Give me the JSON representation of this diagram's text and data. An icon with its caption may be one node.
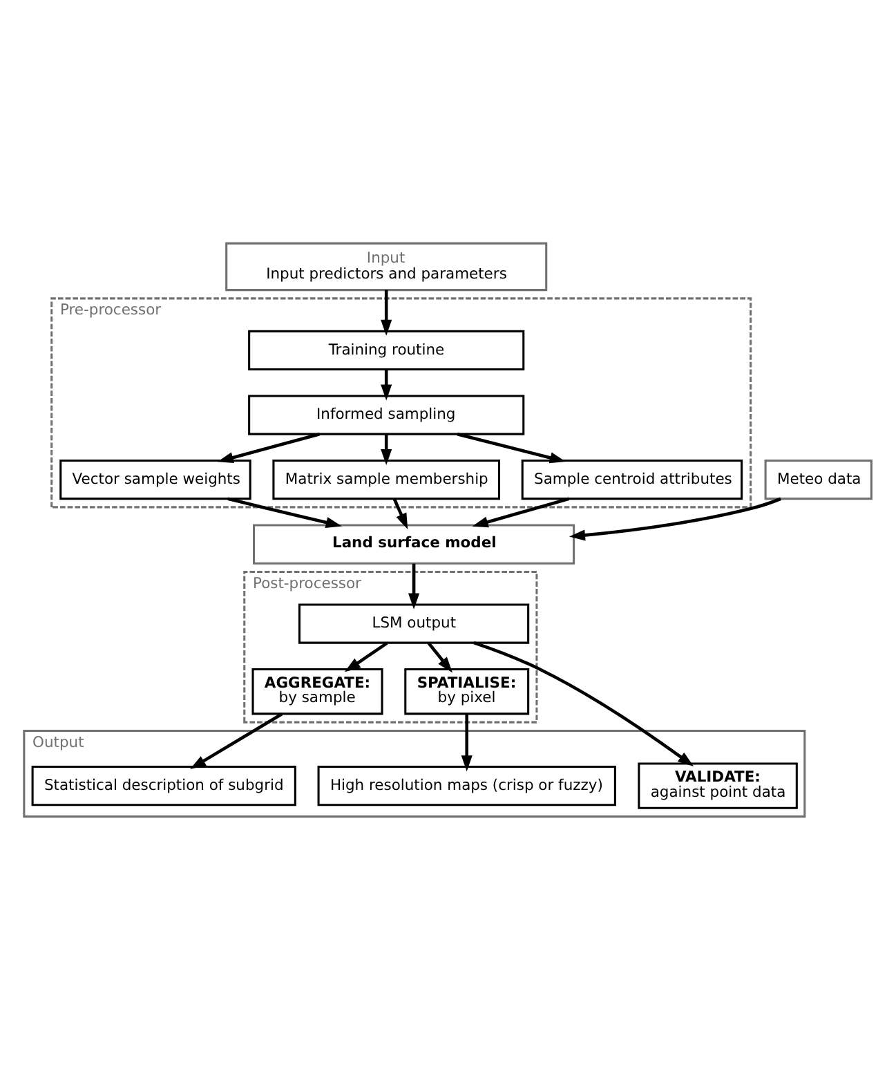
{
  "diagram": {
    "nodes": [
      {
        "text": [
          "Input",
          "Input predictors and parameters"
        ]
      },
      {
        "text": [
          "Meteo data"
        ]
      },
      {
        "text": [
          "Pre-processor"
        ]
      },
      {
        "text": [
          "Training routine"
        ],
        "in": 2
      },
      {
        "text": [
          "Informed sampling"
        ],
        "in": 2
      },
      {
        "text": [
          "Vector sample weights"
        ],
        "in": 2
      },
      {
        "text": [
          "Matrix sample membership"
        ],
        "in": 2
      },
      {
        "text": [
          "Sample centroid attributes"
        ],
        "in": 2
      },
      {
        "text": [
          "Land surface model"
        ]
      },
      {
        "text": [
          "Post-processor"
        ]
      },
      {
        "text": [
          "LSM output"
        ],
        "in": 9
      },
      {
        "text": [
          "AGGREGATE:",
          "by sample"
        ],
        "in": 9
      },
      {
        "text": [
          "SPATIALISE:",
          "by pixel"
        ],
        "in": 9
      },
      {
        "text": [
          "Output"
        ]
      },
      {
        "text": [
          "Statistical description of subgrid"
        ],
        "in": 13
      },
      {
        "text": [
          "High resolution maps (crisp or fuzzy)"
        ],
        "in": 13
      },
      {
        "text": [
          "VALIDATE:",
          "against point data"
        ],
        "in": 13
      }
    ],
    "edges": [
      {
        "from": 0,
        "to": 3,
        "arrow": "to"
      },
      {
        "from": 3,
        "to": 4,
        "arrow": "to"
      },
      {
        "from": 4,
        "to": 5,
        "arrow": "to"
      },
      {
        "from": 4,
        "to": 6,
        "arrow": "to"
      },
      {
        "from": 4,
        "to": 7,
        "arrow": "to"
      },
      {
        "from": 5,
        "to": 8,
        "arrow": "to"
      },
      {
        "from": 6,
        "to": 8,
        "arrow": "to"
      },
      {
        "from": 7,
        "to": 8,
        "arrow": "to"
      },
      {
        "from": 1,
        "to": 8,
        "arrow": "to"
      },
      {
        "from": 8,
        "to": 10,
        "arrow": "to"
      },
      {
        "from": 10,
        "to": 11,
        "arrow": "to"
      },
      {
        "from": 10,
        "to": 12,
        "arrow": "to"
      },
      {
        "from": 10,
        "to": 16,
        "arrow": "to"
      },
      {
        "from": 11,
        "to": 14,
        "arrow": "to"
      },
      {
        "from": 12,
        "to": 15,
        "arrow": "to"
      }
    ]
  }
}
